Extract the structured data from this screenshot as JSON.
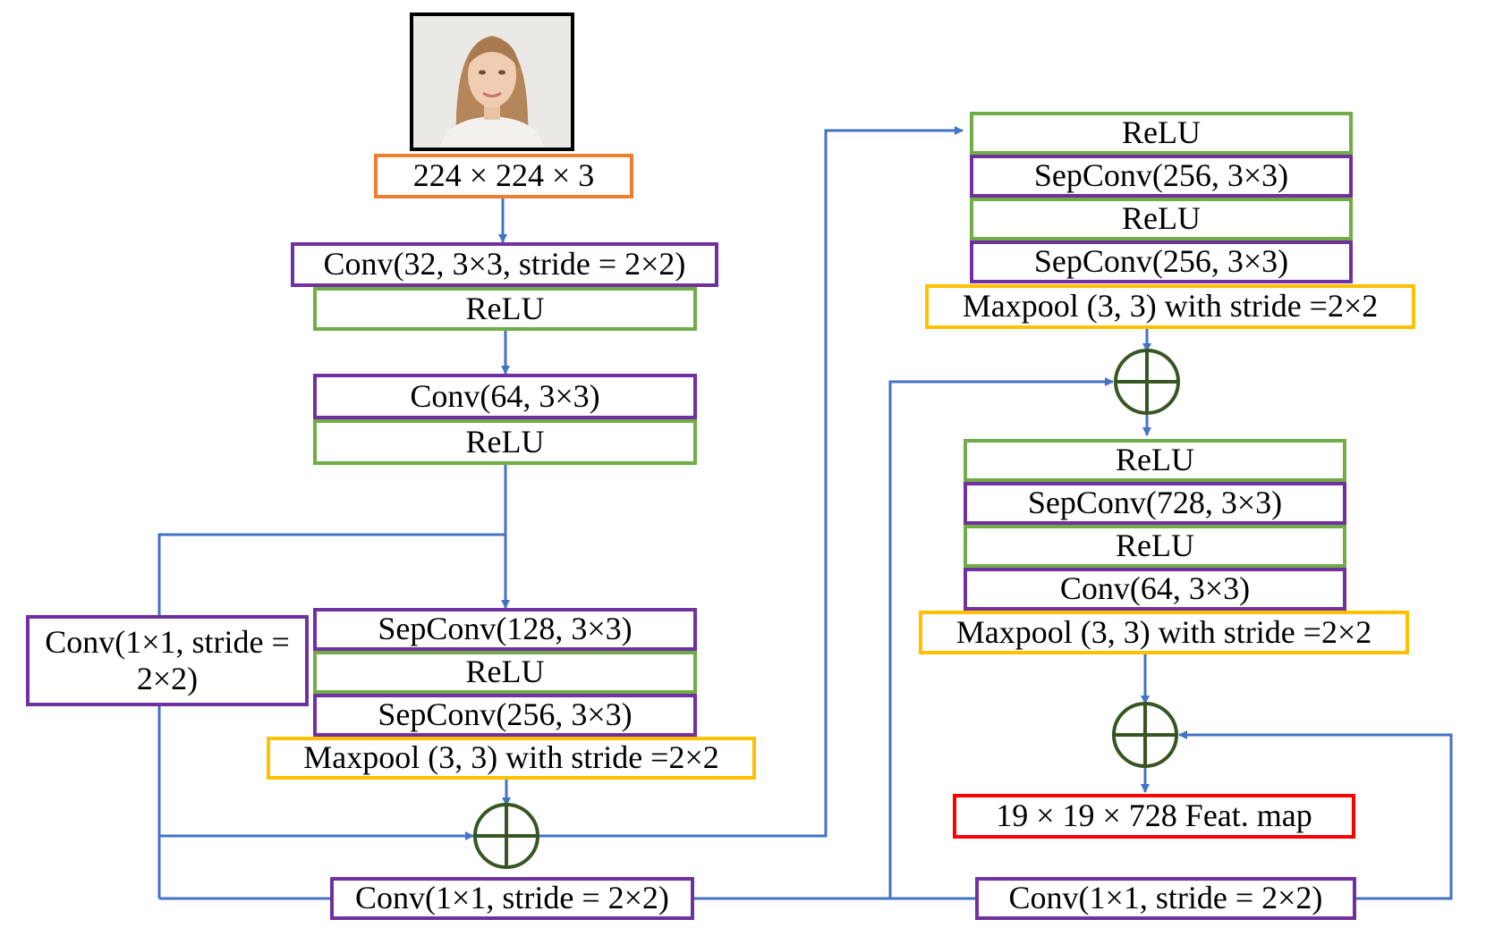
{
  "diagram": {
    "input_size": "224 × 224 × 3",
    "entry": {
      "conv1": "Conv(32, 3×3, stride = 2×2)",
      "relu1": "ReLU",
      "conv2": "Conv(64, 3×3)",
      "relu2": "ReLU"
    },
    "block1": {
      "sepconv1": "SepConv(128, 3×3)",
      "relu": "ReLU",
      "sepconv2": "SepConv(256, 3×3)",
      "maxpool": "Maxpool (3, 3) with stride =2×2",
      "skip_conv": "Conv(1×1, stride = 2×2)",
      "bottom_conv": "Conv(1×1, stride = 2×2)"
    },
    "block2": {
      "relu1": "ReLU",
      "sepconv1": "SepConv(256, 3×3)",
      "relu2": "ReLU",
      "sepconv2": "SepConv(256, 3×3)",
      "maxpool": "Maxpool (3, 3) with stride =2×2"
    },
    "block3": {
      "relu1": "ReLU",
      "sepconv1": "SepConv(728, 3×3)",
      "relu2": "ReLU",
      "conv": "Conv(64, 3×3)",
      "maxpool": "Maxpool (3, 3) with stride =2×2",
      "bottom_conv": "Conv(1×1, stride = 2×2)"
    },
    "output": "19 × 19 × 728 Feat. map",
    "colors": {
      "arrow": "#4472c4",
      "conv_border": "#7030a0",
      "relu_border": "#70ad47",
      "pool_border": "#ffc000",
      "input_border": "#ed7d31",
      "output_border": "#ff0000",
      "add_node": "#375623"
    }
  }
}
